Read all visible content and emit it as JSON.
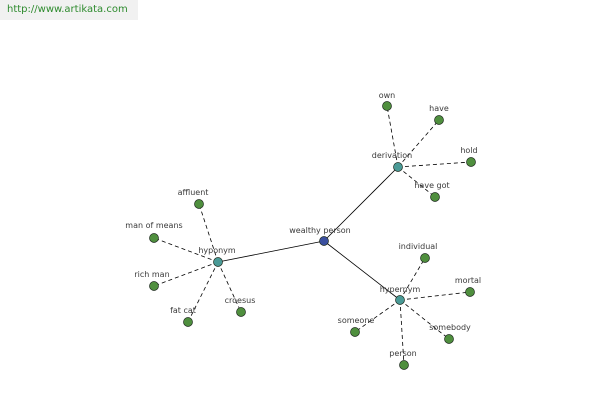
{
  "header": {
    "url": "http://www.artikata.com"
  },
  "colors": {
    "center_node": "#3a4f9e",
    "relation_node": "#4a9a96",
    "word_node": "#4f8f3e",
    "node_outline": "#1e2a1e",
    "edge": "#000000",
    "url_text": "#2e8b2e"
  },
  "graph": {
    "center": {
      "label": "wealthy person"
    },
    "relations": [
      {
        "id": "derivation",
        "label": "derivation",
        "words": [
          "own",
          "have",
          "hold",
          "have got"
        ]
      },
      {
        "id": "hyponym",
        "label": "hyponym",
        "words": [
          "affluent",
          "man of means",
          "rich man",
          "fat cat",
          "croesus"
        ]
      },
      {
        "id": "hypernym",
        "label": "hypernym",
        "words": [
          "individual",
          "mortal",
          "somebody",
          "person",
          "someone"
        ]
      }
    ]
  }
}
